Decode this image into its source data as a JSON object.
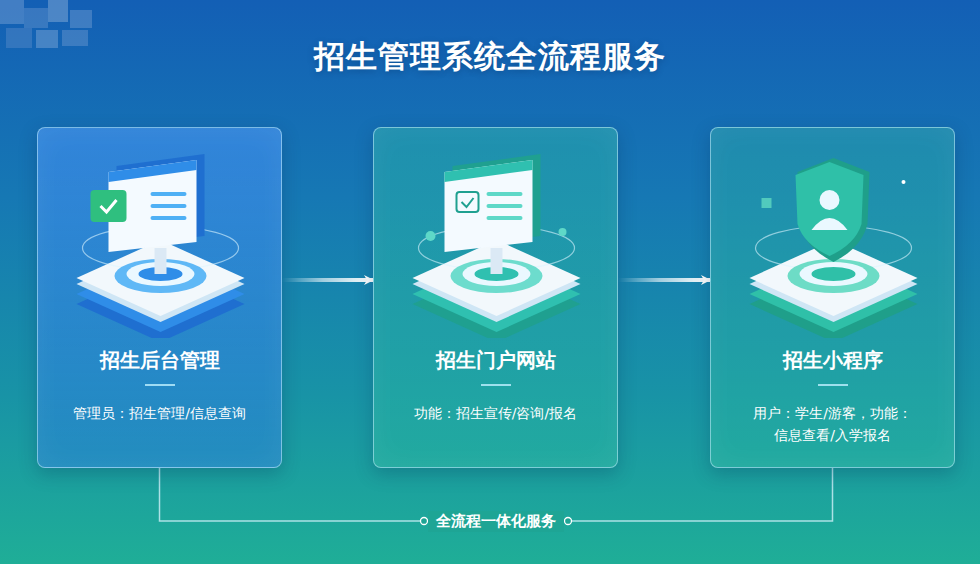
{
  "diagram": {
    "title": "招生管理系统全流程服务",
    "nodes": [
      {
        "text": [
          "招生后台管理",
          "管理员：招生管理/信息查询"
        ]
      },
      {
        "text": [
          "招生门户网站",
          "功能：招生宣传/咨询/报名"
        ]
      },
      {
        "text": [
          "招生小程序",
          "用户：学生/游客，功能： 信息查看/入学报名"
        ]
      }
    ],
    "edges": [
      {
        "from": 0,
        "to": 1,
        "arrow": "to"
      },
      {
        "from": 1,
        "to": 2,
        "arrow": "to"
      },
      {
        "from": 0,
        "to": 2,
        "label": "全流程一体化服务",
        "arrow": "none"
      }
    ]
  }
}
